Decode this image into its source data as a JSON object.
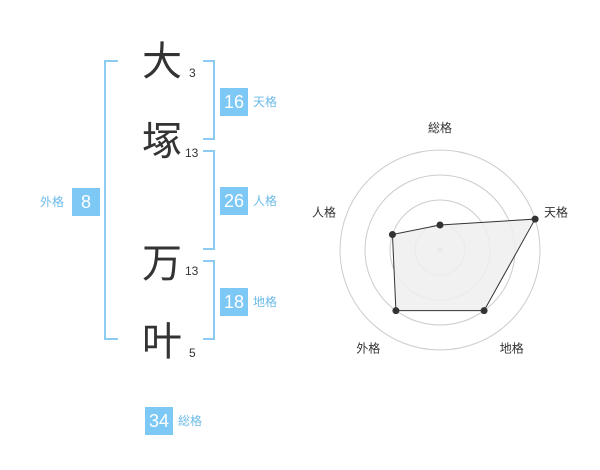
{
  "characters": [
    {
      "char": "大",
      "strokes": "3"
    },
    {
      "char": "塚",
      "strokes": "13"
    },
    {
      "char": "万",
      "strokes": "13"
    },
    {
      "char": "叶",
      "strokes": "5"
    }
  ],
  "fortunes": {
    "tenkaku": {
      "value": "16",
      "label": "天格"
    },
    "jinkaku": {
      "value": "26",
      "label": "人格"
    },
    "chikaku": {
      "value": "18",
      "label": "地格"
    },
    "gaikaku": {
      "value": "8",
      "label": "外格"
    },
    "soukaku": {
      "value": "34",
      "label": "総格"
    }
  },
  "chart_data": {
    "type": "radar",
    "axes": [
      "総格",
      "天格",
      "地格",
      "外格",
      "人格"
    ],
    "values": [
      1,
      4,
      3,
      3,
      2
    ],
    "max": 4,
    "rings": 4,
    "colors": {
      "fill": "#efefef",
      "line": "#333333",
      "grid": "#cccccc"
    }
  }
}
